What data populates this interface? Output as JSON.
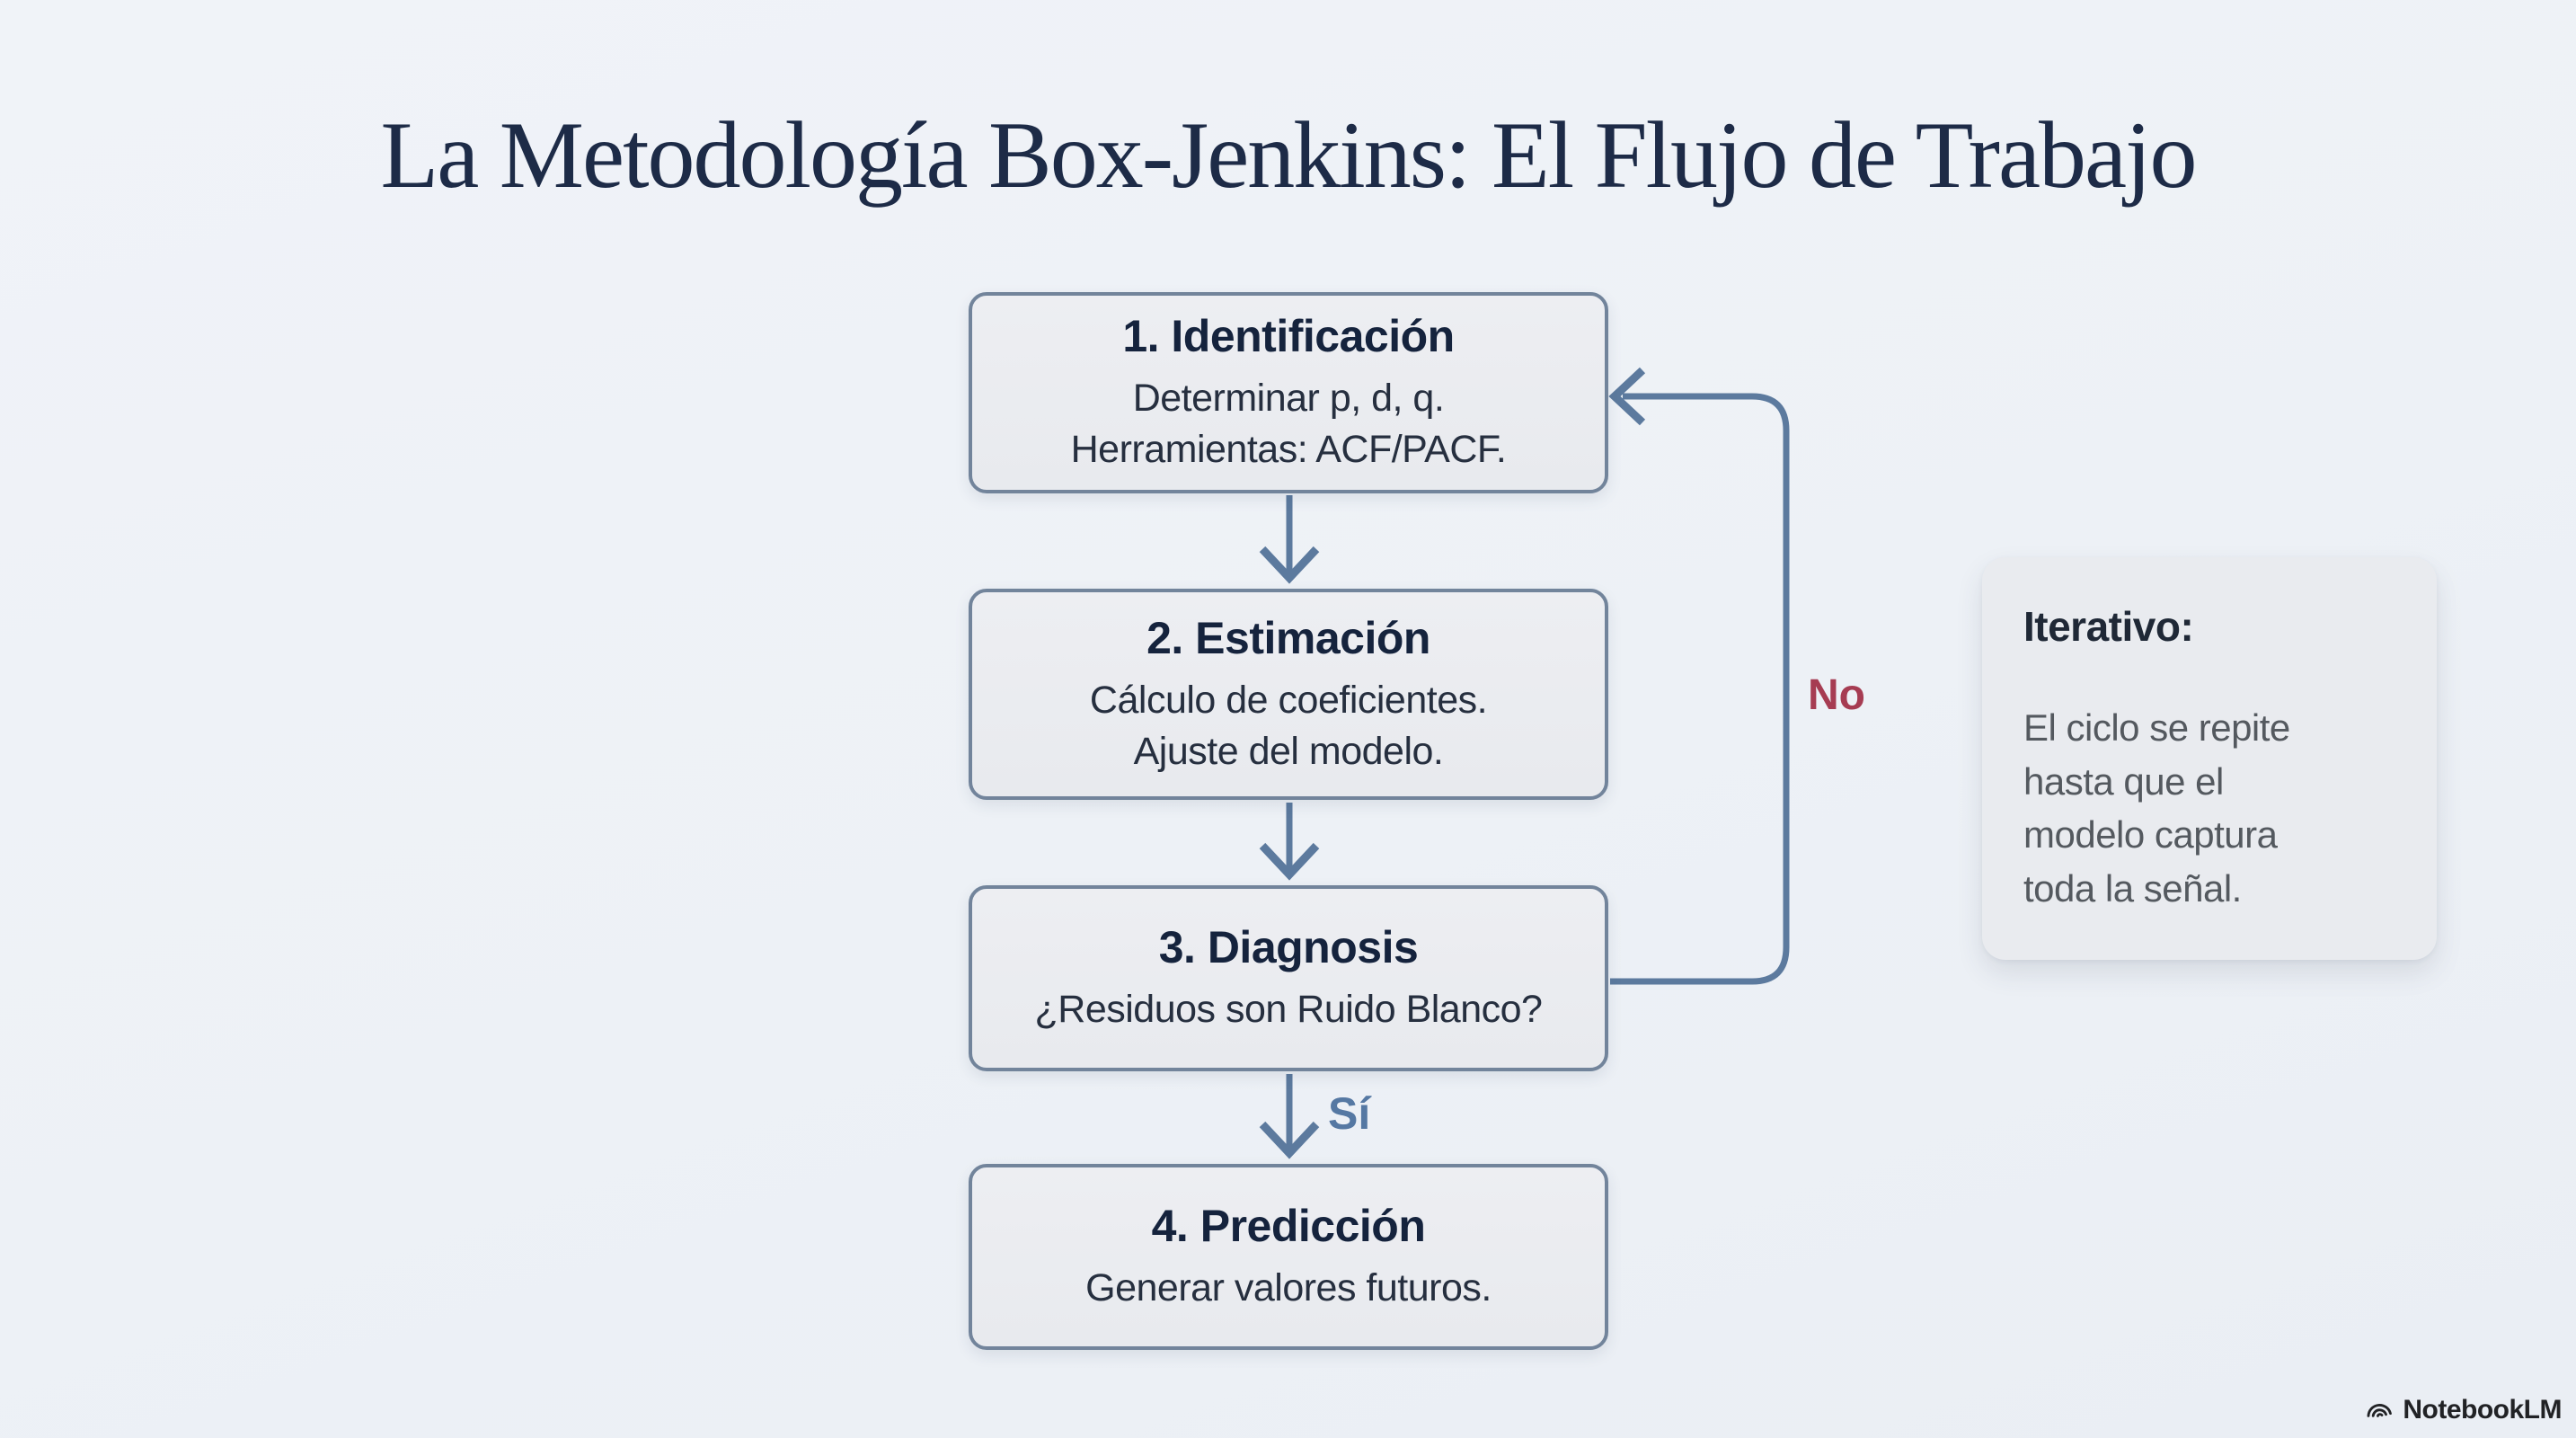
{
  "page": {
    "title": "La Metodología Box-Jenkins: El Flujo de Trabajo"
  },
  "flowchart": {
    "boxes": [
      {
        "id": "identificacion",
        "title": "1. Identificación",
        "lines": [
          "Determinar p, d, q.",
          "Herramientas: ACF/PACF."
        ]
      },
      {
        "id": "estimacion",
        "title": "2. Estimación",
        "lines": [
          "Cálculo de coeficientes.",
          "Ajuste del modelo."
        ]
      },
      {
        "id": "diagnosis",
        "title": "3. Diagnosis",
        "lines": [
          "¿Residuos son Ruido Blanco?"
        ]
      },
      {
        "id": "prediccion",
        "title": "4. Predicción",
        "lines": [
          "Generar valores futuros."
        ]
      }
    ],
    "edge_labels": {
      "yes": "Sí",
      "no": "No"
    }
  },
  "side_panel": {
    "heading": "Iterativo:",
    "body_lines": [
      "El ciclo se repite",
      "hasta que el",
      "modelo captura",
      "toda la señal."
    ]
  },
  "watermark": {
    "label": "NotebookLM",
    "icon": "notebooklm-logo-icon"
  },
  "colors": {
    "background": "#edf1f6",
    "title_text": "#1d2b47",
    "box_fill": "#eaecef",
    "box_border": "#72849b",
    "box_heading_text": "#15233d",
    "box_body_text": "#262f3f",
    "arrow": "#5c7a9e",
    "yes_label": "#5578a3",
    "no_label": "#a63c52",
    "panel_fill": "#e9ebef",
    "panel_heading_text": "#1f2836",
    "panel_body_text": "#54595f",
    "watermark_text": "#212225"
  }
}
